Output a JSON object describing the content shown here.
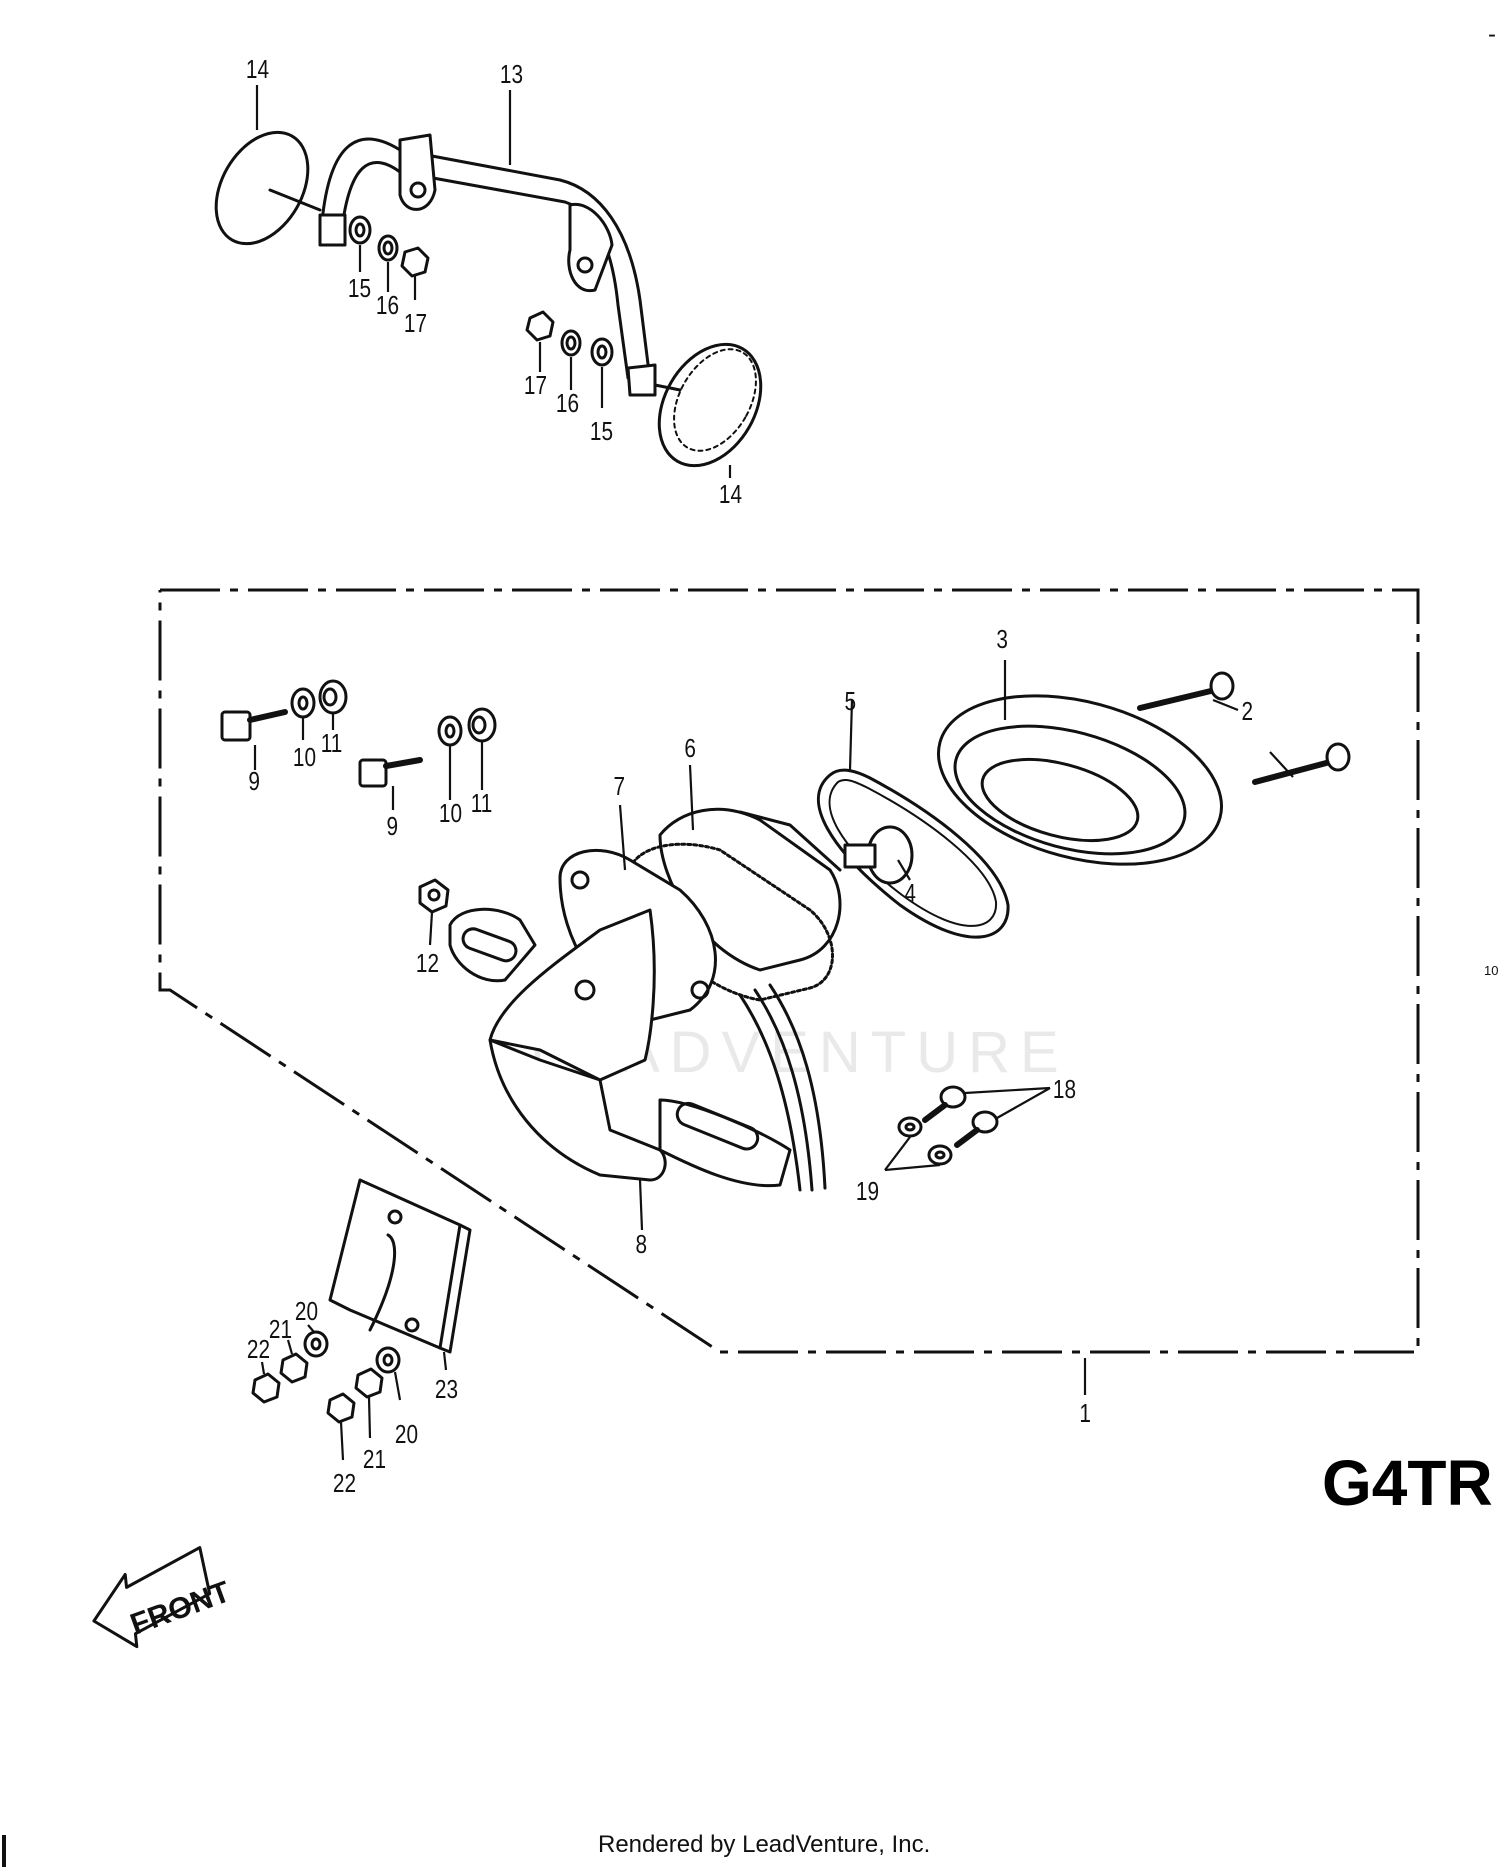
{
  "model_code": "G4TR",
  "footer_credit": "Rendered by LeadVenture, Inc.",
  "watermark": "LEADVENTURE",
  "front_label": "FRONT",
  "edge_marks": {
    "top_right": "-",
    "right": "10"
  },
  "callouts": {
    "c1": "1",
    "c2": "2",
    "c3": "3",
    "c4": "4",
    "c5": "5",
    "c6": "6",
    "c7": "7",
    "c8": "8",
    "c9a": "9",
    "c9b": "9",
    "c10a": "10",
    "c10b": "10",
    "c11a": "11",
    "c11b": "11",
    "c12": "12",
    "c13": "13",
    "c14a": "14",
    "c14b": "14",
    "c15a": "15",
    "c15b": "15",
    "c16a": "16",
    "c16b": "16",
    "c17a": "17",
    "c17b": "17",
    "c18": "18",
    "c19": "19",
    "c20a": "20",
    "c20b": "20",
    "c21a": "21",
    "c21b": "21",
    "c22a": "22",
    "c22b": "22",
    "c23": "23"
  }
}
